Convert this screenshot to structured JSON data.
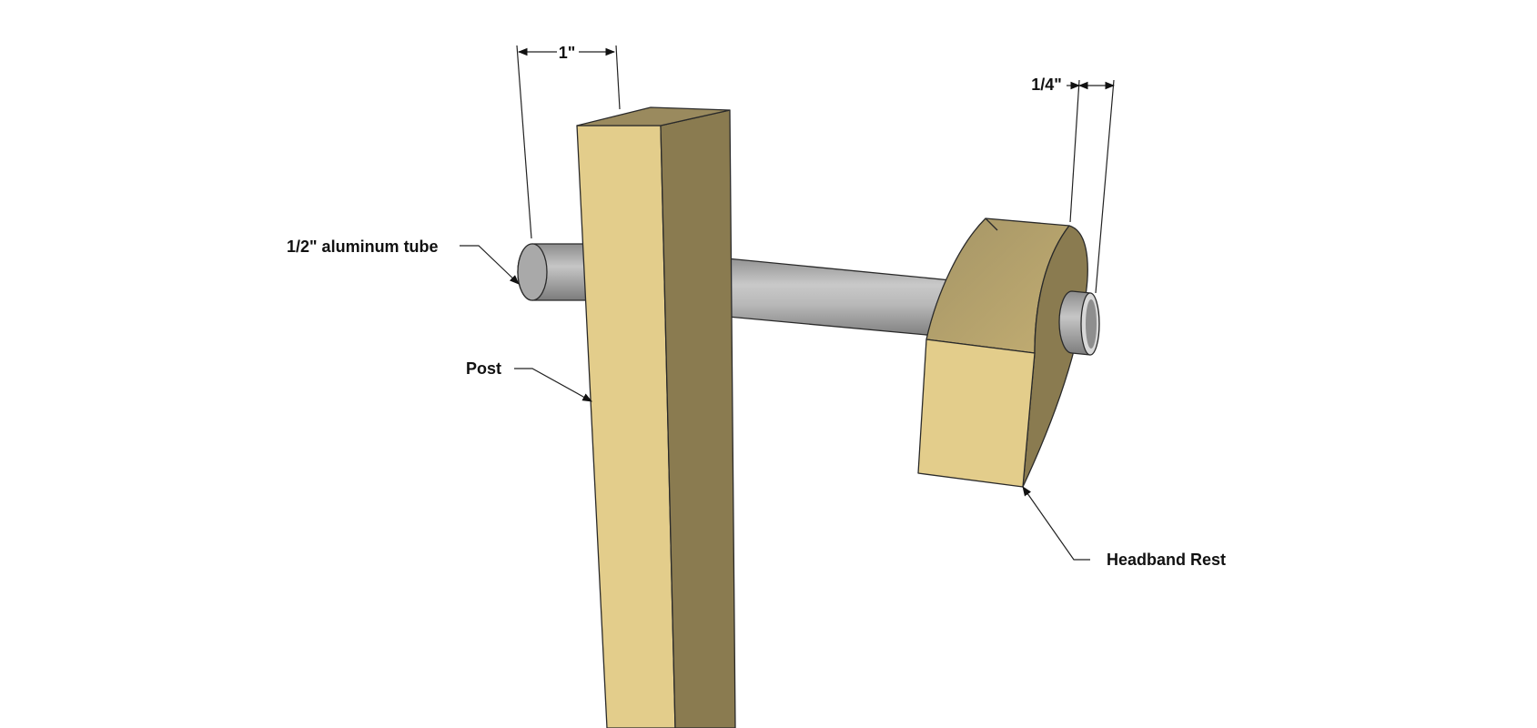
{
  "diagram": {
    "labels": {
      "tube": "1/2\" aluminum tube",
      "post": "Post",
      "headband_rest": "Headband Rest"
    },
    "dimensions": {
      "tube_overhang": "1\"",
      "tube_past_rest": "1/4\""
    }
  },
  "colors": {
    "wood_light": "#e3cd8b",
    "wood_dark": "#8a7b50",
    "wood_top": "#9a8a5e",
    "tube": "#b7b7b7"
  }
}
